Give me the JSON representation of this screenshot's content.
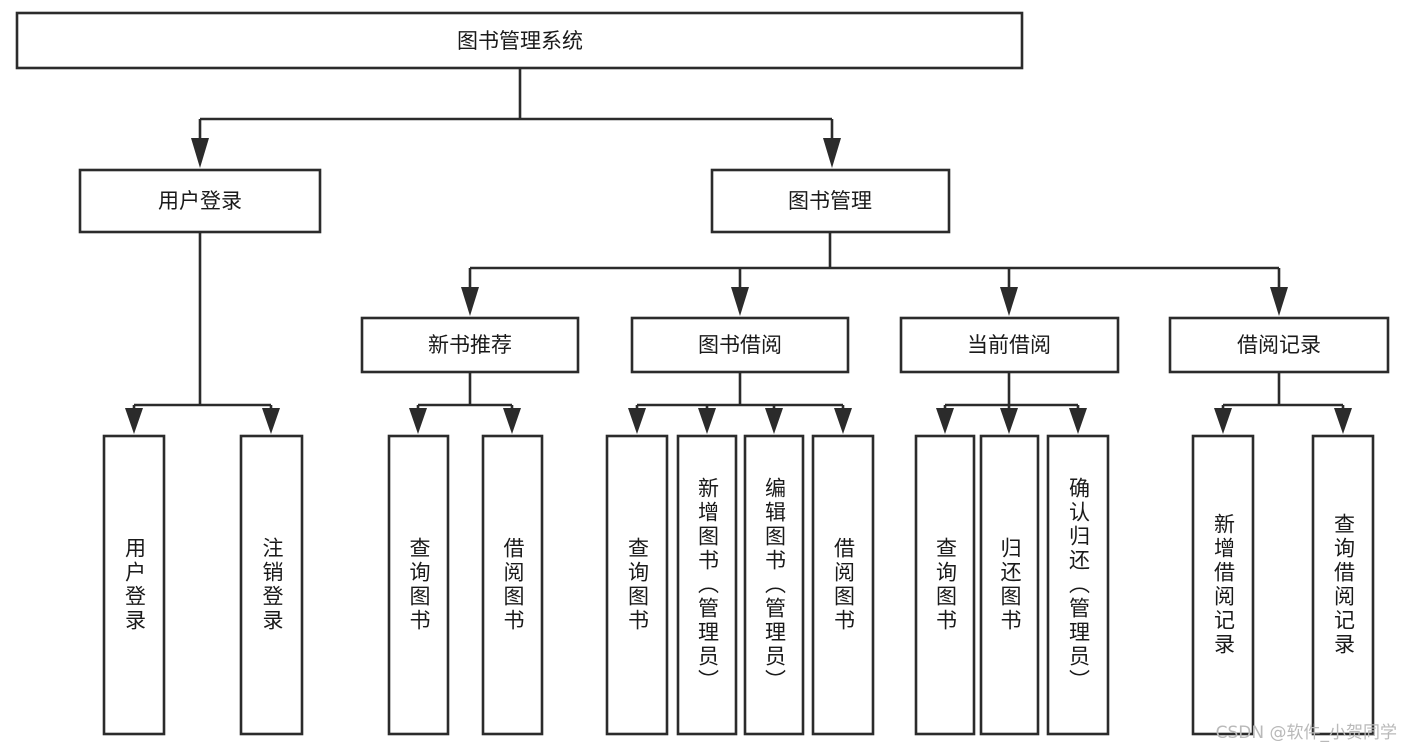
{
  "diagram": {
    "title": "图书管理系统",
    "type": "tree-hierarchy",
    "root": {
      "label": "图书管理系统"
    },
    "level2": [
      {
        "label": "用户登录"
      },
      {
        "label": "图书管理"
      }
    ],
    "level3": [
      {
        "label": "新书推荐",
        "parent": "图书管理"
      },
      {
        "label": "图书借阅",
        "parent": "图书管理"
      },
      {
        "label": "当前借阅",
        "parent": "图书管理"
      },
      {
        "label": "借阅记录",
        "parent": "图书管理"
      }
    ],
    "leaves": {
      "user_login": [
        {
          "label": "用户登录"
        },
        {
          "label": "注销登录"
        }
      ],
      "new_book_recommend": [
        {
          "label": "查询图书"
        },
        {
          "label": "借阅图书"
        }
      ],
      "book_borrow": [
        {
          "label": "查询图书"
        },
        {
          "label": "新增图书（管理员）"
        },
        {
          "label": "编辑图书（管理员）"
        },
        {
          "label": "借阅图书"
        }
      ],
      "current_borrow": [
        {
          "label": "查询图书"
        },
        {
          "label": "归还图书"
        },
        {
          "label": "确认归还（管理员）"
        }
      ],
      "borrow_record": [
        {
          "label": "新增借阅记录"
        },
        {
          "label": "查询借阅记录"
        }
      ]
    }
  },
  "watermark": {
    "text": "CSDN @软件_小贺同学"
  },
  "colors": {
    "stroke": "#2b2b2b",
    "box_fill": "#ffffff",
    "text": "#1a1a1a",
    "watermark": "#b9b9b9",
    "background": "#ffffff"
  }
}
